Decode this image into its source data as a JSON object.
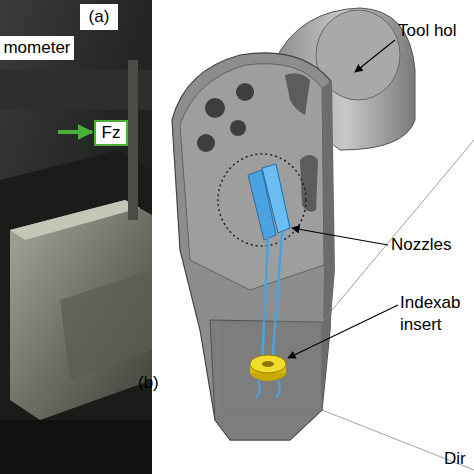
{
  "diagram": {
    "nodes": [
      {
        "text": [
          "(a)"
        ]
      },
      {
        "text": [
          "mometer"
        ]
      },
      {
        "text": [
          "Fz"
        ]
      }
    ],
    "labels": [
      "Tool hol",
      "Nozzles",
      "Indexab insert",
      "(b)",
      "Dir"
    ]
  }
}
